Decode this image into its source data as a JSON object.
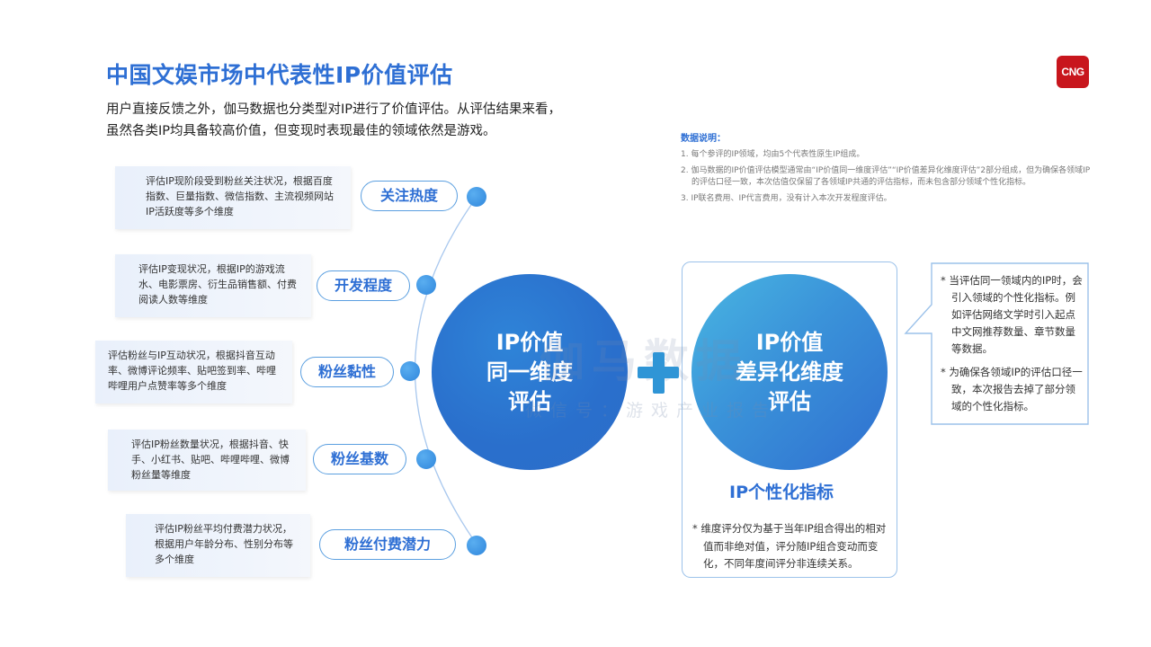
{
  "title": "中国文娱市场中代表性IP价值评估",
  "subtitle": [
    "用户直接反馈之外，伽马数据也分类型对IP进行了价值评估。从评估结果来看，",
    "虽然各类IP均具备较高价值，但变现时表现最佳的领域依然是游戏。"
  ],
  "logo_text": "CNG",
  "notes": {
    "title": "数据说明：",
    "items": [
      "1. 每个参评的IP领域，均由5个代表性原生IP组成。",
      "2. 伽马数据的IP价值评估模型通常由“IP价值同一维度评估”“IP价值差异化维度评估”2部分组成，但为确保各领域IP的评估口径一致，本次估值仅保留了各领域IP共通的评估指标，而未包含部分领域个性化指标。",
      "3. IP联名费用、IP代言费用，没有计入本次开发程度评估。"
    ]
  },
  "dimensions": [
    {
      "label": "关注热度",
      "desc": "评估IP现阶段受到粉丝关注状况，根据百度指数、巨量指数、微信指数、主流视频网站IP活跃度等多个维度"
    },
    {
      "label": "开发程度",
      "desc": "评估IP变现状况，根据IP的游戏流水、电影票房、衍生品销售额、付费阅读人数等维度"
    },
    {
      "label": "粉丝黏性",
      "desc": "评估粉丝与IP互动状况，根据抖音互动率、微博评论频率、贴吧签到率、哔哩哔哩用户点赞率等多个维度"
    },
    {
      "label": "粉丝基数",
      "desc": "评估IP粉丝数量状况，根据抖音、快手、小红书、贴吧、哔哩哔哩、微博粉丝量等维度"
    },
    {
      "label": "粉丝付费潜力",
      "desc": "评估IP粉丝平均付费潜力状况，根据用户年龄分布、性别分布等多个维度"
    }
  ],
  "left_circle": [
    "IP价值",
    "同一维度",
    "评估"
  ],
  "right_circle": [
    "IP价值",
    "差异化维度",
    "评估"
  ],
  "personal_label": "IP个性化指标",
  "personal_note": "* 维度评分仅为基于当年IP组合得出的相对值而非绝对值，评分随IP组合变动而变化，不同年度间评分非连续关系。",
  "callout": [
    "* 当评估同一领域内的IP时，会引入领域的个性化指标。例如评估网络文学时引入起点中文网推荐数量、章节数量等数据。",
    "* 为确保各领域IP的评估口径一致，本次报告去掉了部分领域的个性化指标。"
  ],
  "watermark": "伽马数据",
  "watermark_sub": "微信号：游戏产业报告",
  "colors": {
    "accent": "#2e6fd4",
    "circle_left": "#2a6fcc",
    "circle_right_start": "#49b6e2",
    "plus": "#2f95d6",
    "logo": "#c8161d"
  }
}
